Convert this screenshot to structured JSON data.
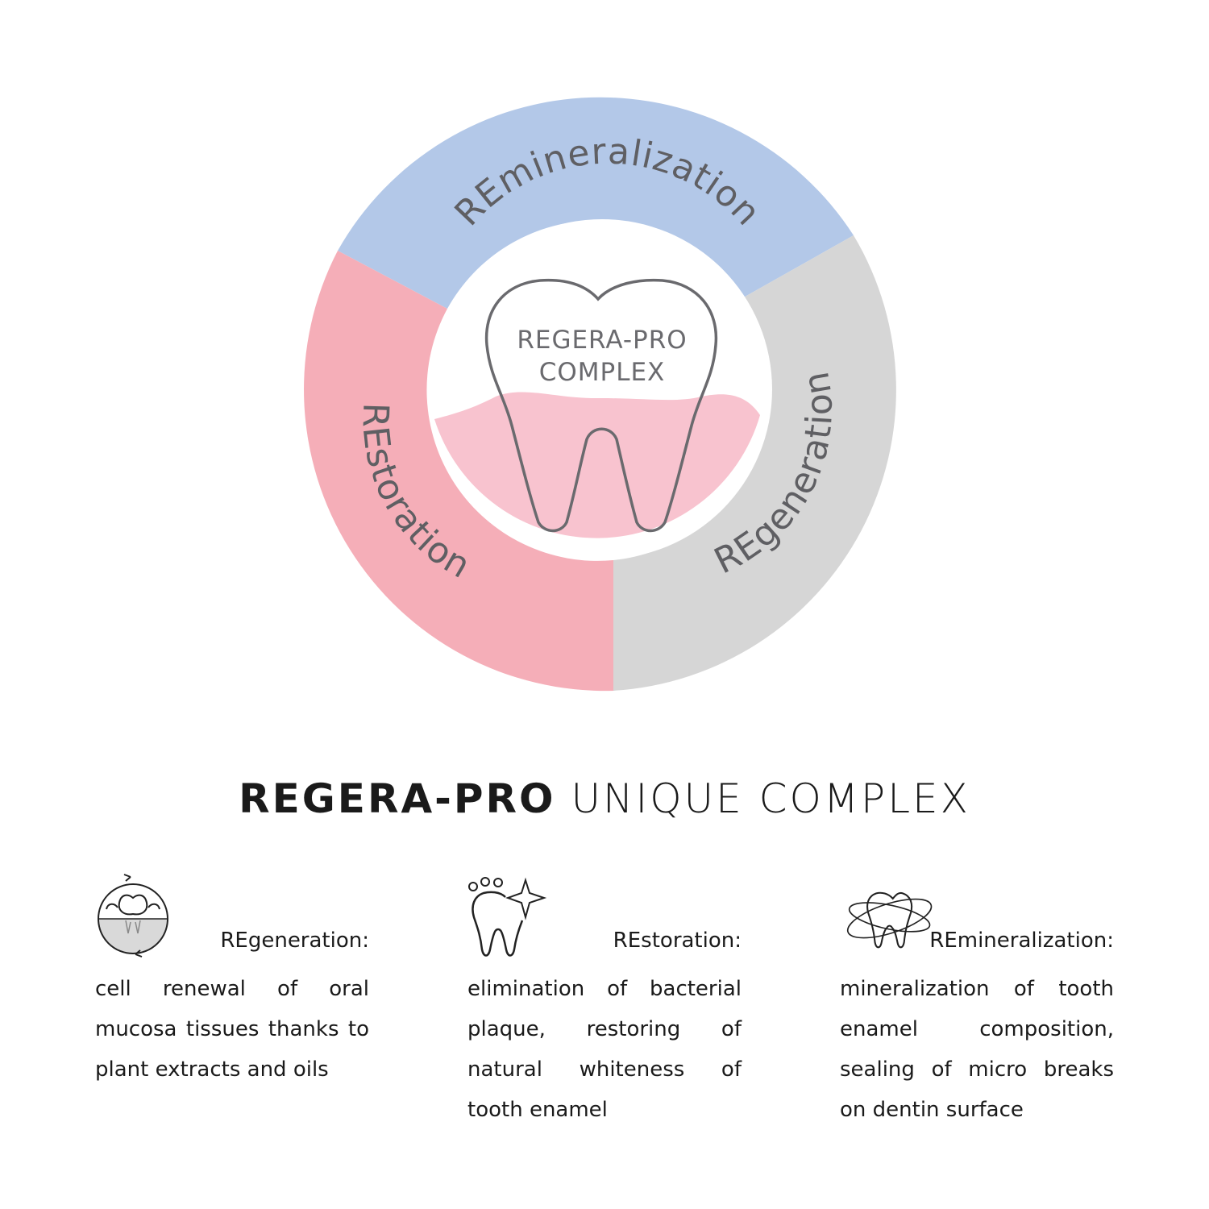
{
  "diagram": {
    "segments": [
      {
        "label": "REmineralization",
        "color": "#b3c8e8"
      },
      {
        "label": "REgeneration",
        "color": "#d6d6d6"
      },
      {
        "label": "REstoration",
        "color": "#f5aeb8"
      }
    ],
    "center": {
      "line1": "REGERA-PRO",
      "line2": "COMPLEX"
    },
    "gum_color": "#f8c3cf",
    "tooth_outline_color": "#6a6a6e"
  },
  "heading": {
    "bold": "REGERA-PRO",
    "light": "UNIQUE COMPLEX"
  },
  "features": [
    {
      "icon": "mouth-cycle-icon",
      "title": "REgeneration:",
      "description": "cell renewal of oral mucosa tissues thanks to plant extracts and oils"
    },
    {
      "icon": "sparkling-tooth-icon",
      "title": "REstoration:",
      "description": "elimination of bacterial plaque, restoring of natural whiteness of tooth enamel"
    },
    {
      "icon": "tooth-orbit-icon",
      "title": "REmineralization:",
      "description": "mineralization of tooth enamel composition, sealing of micro breaks on dentin surface"
    }
  ]
}
